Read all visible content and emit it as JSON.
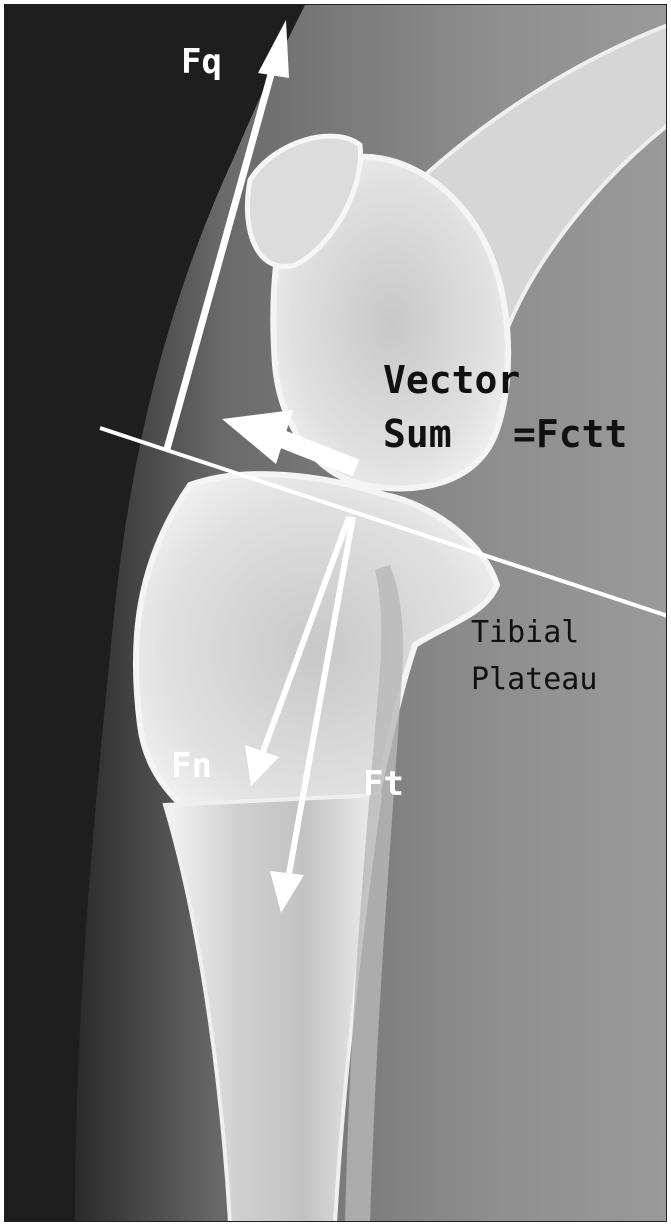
{
  "image": {
    "kind": "lateral stifle radiograph with force vector diagram"
  },
  "labels": {
    "fq": "Fq",
    "vector_line1": "Vector",
    "vector_line2": "Sum",
    "fctt": "=Fctt",
    "tibial_line1": "Tibial",
    "tibial_line2": "Plateau",
    "fn": "Fn",
    "ft": "Ft"
  },
  "colors": {
    "annotation": "#ffffff",
    "dark_text": "#111111",
    "background_dark": "#1e1e1e",
    "soft_tissue": "#8c8c8c",
    "bone": "#d8d8d8"
  }
}
